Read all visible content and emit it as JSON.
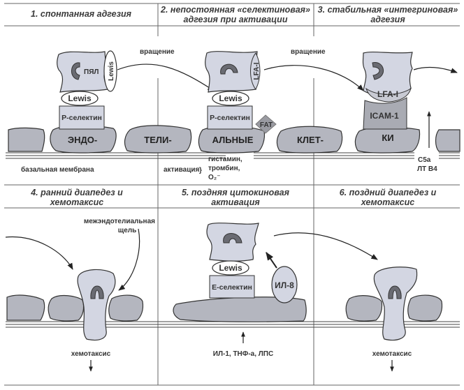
{
  "title": "Этапы адгезии и диапедеза лейкоцитов",
  "colors": {
    "endothelial_cell": "#b4b6bf",
    "leukocyte": "#d3d6e2",
    "nucleus": "#6a6b72",
    "icam": "#a9abb3",
    "fat": "#9a9ba2"
  },
  "panels": [
    {
      "id": 1,
      "header_line1": "1. спонтанная адгезия",
      "header_line2": ""
    },
    {
      "id": 2,
      "header_line1": "2. непостоянная «селектиновая»",
      "header_line2": "адгезия при активации"
    },
    {
      "id": 3,
      "header_line1": "3. стабильная «интегриновая»",
      "header_line2": "адгезия"
    },
    {
      "id": 4,
      "header_line1": "4. ранний диапедез и",
      "header_line2": "хемотаксис"
    },
    {
      "id": 5,
      "header_line1": "5. поздняя цитокиновая",
      "header_line2": "активация"
    },
    {
      "id": 6,
      "header_line1": "6. поздний диапедез и",
      "header_line2": "хемотаксис"
    }
  ],
  "top_row": {
    "rotation_label_1": "вращение",
    "rotation_label_2": "вращение",
    "leuko1_pyl": "ПЯЛ",
    "leuko1_lewis_side": "Lewis",
    "leuko2_lfa_side": "LFA-I",
    "lewis_1": "Lewis",
    "lewis_2": "Lewis",
    "pselectin_1": "Р-селектин",
    "pselectin_2": "Р-селектин",
    "fat": "FAT",
    "lfa_3": "LFA-I",
    "icam_3": "ICAM-1",
    "endothelium_words": [
      "ЭНДО-",
      "ТЕЛИ-",
      "АЛЬНЫЕ",
      "КЛЕТ-",
      "КИ"
    ],
    "basal_membrane": "базальная мембрана",
    "activation": "активация",
    "activators": [
      "гистамин,",
      "тромбин,",
      "O₂⁻"
    ],
    "chemo_factors": [
      "C5a",
      "ЛТ B4"
    ]
  },
  "bottom_row": {
    "cleft_label_1": "межэндотелиальная",
    "cleft_label_2": "щель",
    "chemotaxis_4": "хемотаксис",
    "lewis_5": "Lewis",
    "eselectin_5": "Е-селектин",
    "il8": "ИЛ-8",
    "cytokines": "ИЛ-1, ТНФ-а, ЛПС",
    "chemotaxis_6": "хемотаксис"
  }
}
